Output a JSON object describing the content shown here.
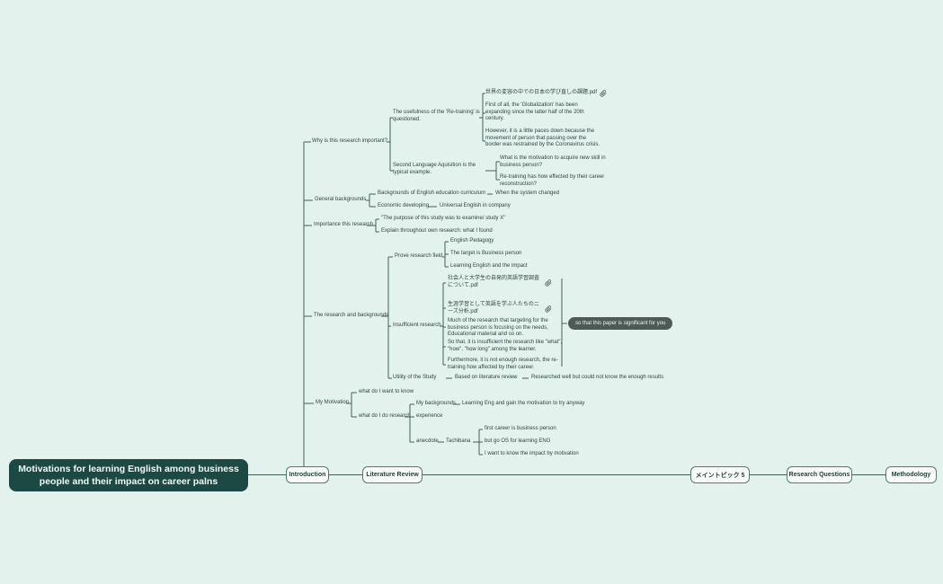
{
  "colors": {
    "background": "#e4f2ee",
    "line": "#41605a",
    "root_bg": "#1c4944",
    "topic_border": "#4e7a71",
    "badge_bg": "#4d5a56"
  },
  "root": {
    "title": "Motivations for learning English among business people and their impact on career palns"
  },
  "main_topics": [
    {
      "label": "Introduction"
    },
    {
      "label": "Literature Review"
    },
    {
      "label": "メイントピック 5"
    },
    {
      "label": "Research Questions"
    },
    {
      "label": "Methodology"
    }
  ],
  "badge": {
    "label": "so that this paper is significant for you"
  },
  "nodes": {
    "why": "Why is this research important?",
    "usefulness": "The usefulness of the 'Re-training' is questioned.",
    "pdf_sekai": "世界の変容の中での日本の学び直しの課題.pdf",
    "first_of_all": "First of all, the 'Globalization' has been expanding since the latter half of the 20th century.",
    "however": "However, it is a little paces down  because the movement of person that passing over the border was restrained by the Coronavirus crisis.",
    "sla": "Second Language Aquisition is the typical example.",
    "what_motivation": "What is the motivation to acquire new skill in business person?",
    "retraining_effect": "Re-training has how effected by their career reconstruction?",
    "general_bg": "General backgrounds",
    "bg_curriculum": "Backgrounds of English education curriculum",
    "system_changed": "When the system changed",
    "economic": "Economic developing",
    "universal_eng": "Universal English in company",
    "importance": "Importance this research",
    "purpose": "\"The purpose of this study was to examine/ study X\"",
    "explain": "Explain throughout own research: what I found",
    "research_bg": "The research and backgrounds",
    "prove_field": "Prove research field",
    "pedagogy": "English Pedagogy",
    "target_business": "The target is Business person",
    "learning_impact": "Learning English and the impact",
    "insufficient": "Insufficient research",
    "pdf_shakaijin": "社会人と大学生の自発的英語学習調査について.pdf",
    "pdf_shougai": "生涯学習として英語を学ぶ人たちのニーズ分析.pdf",
    "much_research": "Much of the research that targeting for the business person is focusing on the needs, Educational material and so on.",
    "so_that": "So that, it is insufficient the research like \"what\", \"how\", \"how long\" among the learner.",
    "furthermore": "Furthermore, it is not enough research, the re-training how affected by their career.",
    "utility": "Utility of the Study",
    "based_lit": "Based on literature review",
    "researched_well": "Researched well but could not know the enough results",
    "my_motivation": "My Motivation",
    "want_know": "what do I want to know",
    "do_research": "what do I do research",
    "my_backgrounds": "My backgrounds",
    "learning_eng": "Learning Eng and gain the motivation to try anyway",
    "experience": "experience",
    "anecdote": "anecdote",
    "tachibana": "Tachibana",
    "first_career": "first career is business person",
    "go_os": "but go OS for learning ENG",
    "impact_motivation": "I want to know the impact by motivation"
  }
}
